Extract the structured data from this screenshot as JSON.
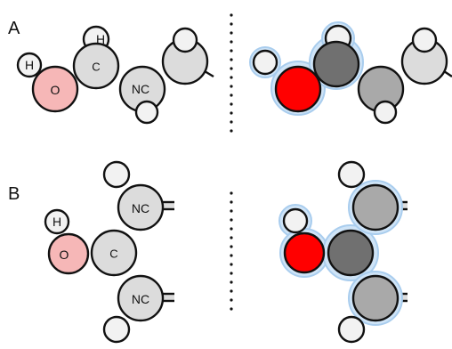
{
  "panels": [
    {
      "id": "A",
      "label": "A"
    },
    {
      "id": "B",
      "label": "B"
    }
  ],
  "labels": {
    "a_h_top": "H",
    "a_h_left": "H",
    "a_o": "O",
    "a_c": "C",
    "a_nc": "NC",
    "b_h": "H",
    "b_o": "O",
    "b_c": "C",
    "b_nc_top": "NC",
    "b_nc_bottom": "NC"
  },
  "colors": {
    "oxygen_light": "#f6b7b7",
    "oxygen_red": "#ff0000",
    "light_gray": "#dcdcdc",
    "mid_gray": "#a9a9a9",
    "dark_gray": "#707070",
    "hydrogen": "#f2f2f2",
    "halo": "#cfe4f7"
  }
}
